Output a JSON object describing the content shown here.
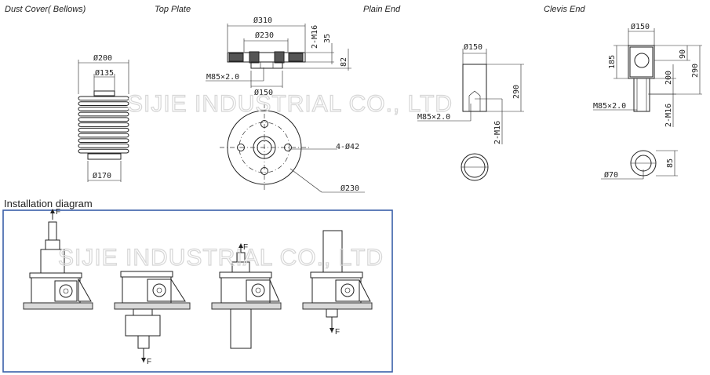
{
  "titles": {
    "dust_cover": "Dust Cover( Bellows)",
    "top_plate": "Top Plate",
    "plain_end": "Plain End",
    "clevis_end": "Clevis End",
    "installation": "Installation diagram"
  },
  "watermark": "SIJIE INDUSTRIAL CO., LTD",
  "dust_cover_dims": {
    "outer": "Ø200",
    "inner": "Ø135",
    "bottom": "Ø170"
  },
  "top_plate_dims": {
    "d310": "Ø310",
    "d230": "Ø230",
    "m16": "2-M16",
    "h35": "35",
    "h82": "82",
    "thread": "M85×2.0",
    "d150": "Ø150",
    "holes": "4-Ø42",
    "pcd": "Ø230"
  },
  "plain_end_dims": {
    "d150": "Ø150",
    "h290": "290",
    "thread": "M85×2.0",
    "m16": "2-M16"
  },
  "clevis_end_dims": {
    "d150": "Ø150",
    "h185": "185",
    "h90": "90",
    "h200": "200",
    "h290": "290",
    "thread": "M85×2.0",
    "m16": "2-M16",
    "d70": "Ø70",
    "h85": "85"
  },
  "force_label": "F"
}
